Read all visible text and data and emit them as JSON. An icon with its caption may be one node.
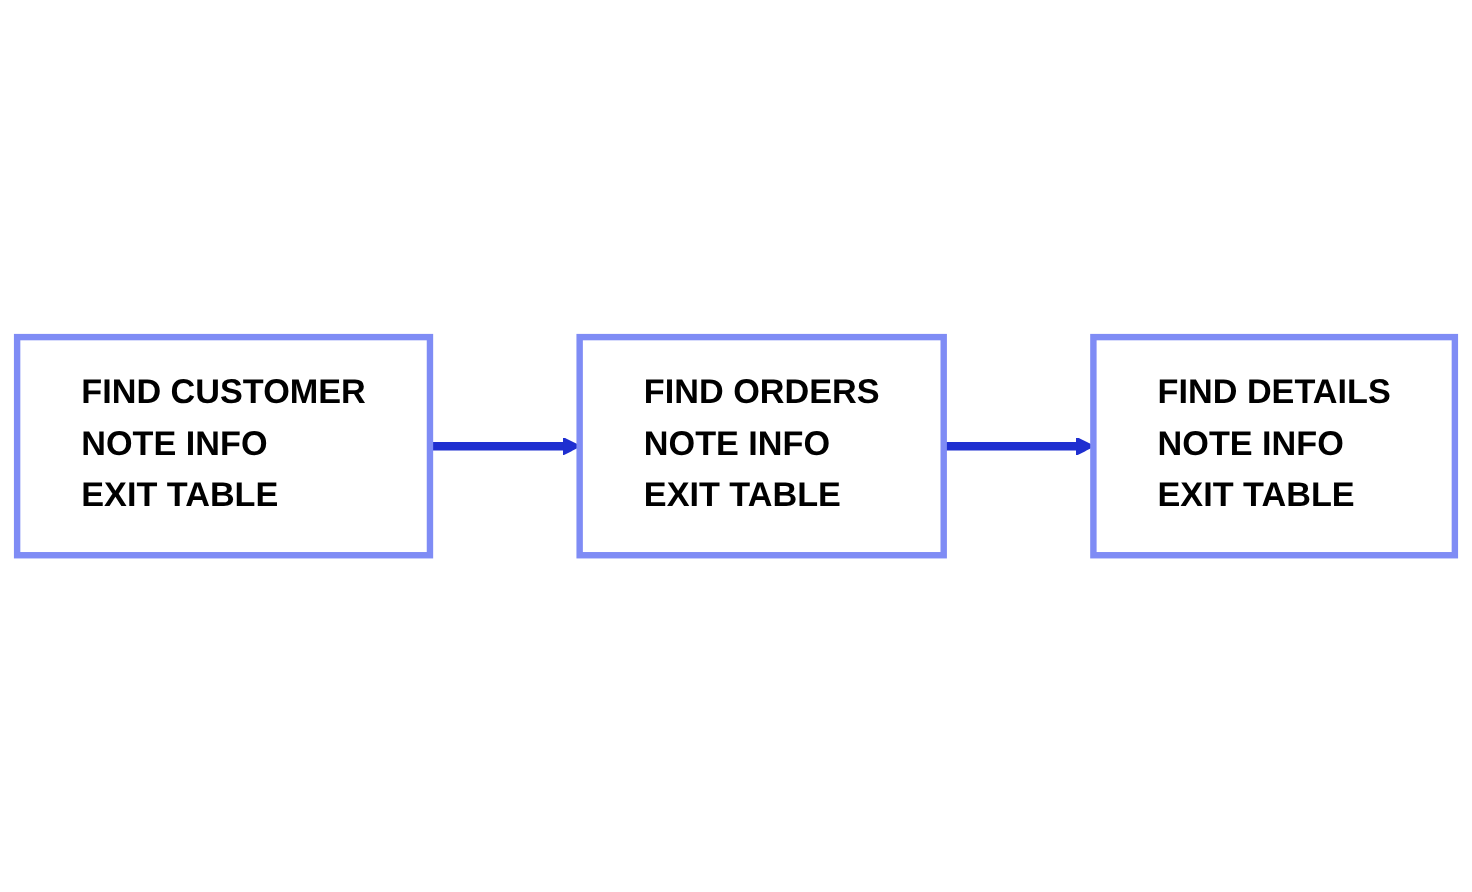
{
  "diagram": {
    "nodes": [
      {
        "text": [
          "FIND CUSTOMER",
          "NOTE INFO",
          "EXIT TABLE"
        ]
      },
      {
        "text": [
          "FIND ORDERS",
          "NOTE INFO",
          "EXIT TABLE"
        ]
      },
      {
        "text": [
          "FIND DETAILS",
          "NOTE INFO",
          "EXIT TABLE"
        ]
      }
    ],
    "edges": [
      {
        "from": 0,
        "to": 1,
        "arrow": "to"
      },
      {
        "from": 1,
        "to": 2,
        "arrow": "to"
      }
    ]
  }
}
